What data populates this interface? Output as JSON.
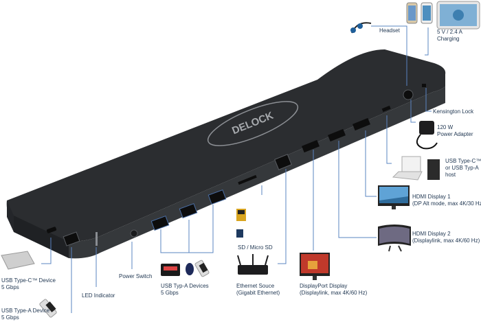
{
  "brand": {
    "logo": "DELOCK"
  },
  "colors": {
    "line": "#5a84c2",
    "body": "#2e3033",
    "label": "#1e3550"
  },
  "labels": {
    "headset": {
      "line1": "Headset",
      "line2": ""
    },
    "charging": {
      "line1": "5 V / 2.4 A",
      "line2": "Charging"
    },
    "kensington": {
      "line1": "Kensington Lock",
      "line2": ""
    },
    "power_adapter": {
      "line1": "120 W",
      "line2": "Power Adapter"
    },
    "host": {
      "line1": "USB Type-C™",
      "line2": "or USB Typ-A",
      "line3": "host"
    },
    "hdmi1": {
      "line1": "HDMI Display 1",
      "line2": "(DP Alt mode, max 4K/30 Hz)"
    },
    "hdmi2": {
      "line1": "HDMI Display 2",
      "line2": "(Displaylink, max 4K/60 Hz)"
    },
    "sd": {
      "line1": "SD / Micro SD",
      "line2": ""
    },
    "displayport": {
      "line1": "DisplayPort Display",
      "line2": "(Displaylink, max 4K/60 Hz)"
    },
    "ethernet": {
      "line1": "Ethernet Souce",
      "line2": "(Gigabit Ethernet)"
    },
    "usba_devices": {
      "line1": "USB Typ-A Devices",
      "line2": "5 Gbps"
    },
    "power_switch": {
      "line1": "Power Switch",
      "line2": ""
    },
    "led": {
      "line1": "LED Indicator",
      "line2": ""
    },
    "usbc_device": {
      "line1": "USB Type-C™ Device",
      "line2": "5 Gbps"
    },
    "usba_device": {
      "line1": "USB Type-A Device",
      "line2": "5 Gbps"
    }
  }
}
